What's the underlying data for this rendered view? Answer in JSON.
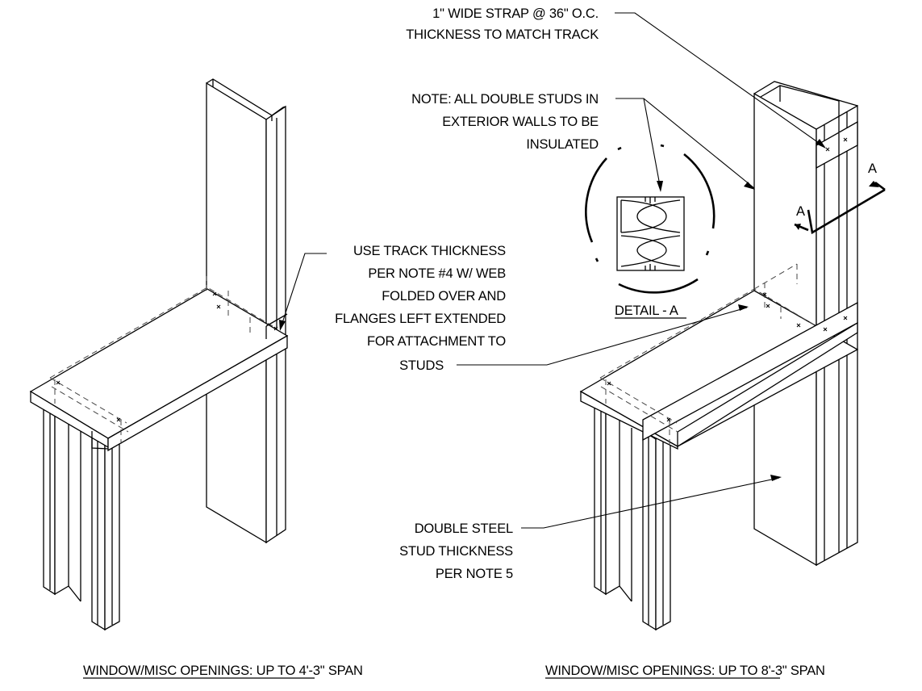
{
  "notes": {
    "strap": [
      "1\" WIDE STRAP @ 36\" O.C.",
      "THICKNESS TO MATCH TRACK"
    ],
    "insulation": [
      "NOTE: ALL DOUBLE STUDS IN",
      "EXTERIOR WALLS TO BE",
      "INSULATED"
    ],
    "track": [
      "USE TRACK THICKNESS",
      "PER NOTE #4 W/ WEB",
      "FOLDED OVER AND",
      "FLANGES LEFT EXTENDED",
      "FOR ATTACHMENT TO",
      "STUDS"
    ],
    "double_stud": [
      "DOUBLE STEEL",
      "STUD THICKNESS",
      "PER NOTE 5"
    ]
  },
  "detail": {
    "label": "DETAIL - A",
    "section_mark": "A"
  },
  "captions": {
    "left": "WINDOW/MISC OPENINGS: UP TO 4'-3\" SPAN",
    "right": "WINDOW/MISC OPENINGS: UP TO 8'-3\" SPAN"
  }
}
